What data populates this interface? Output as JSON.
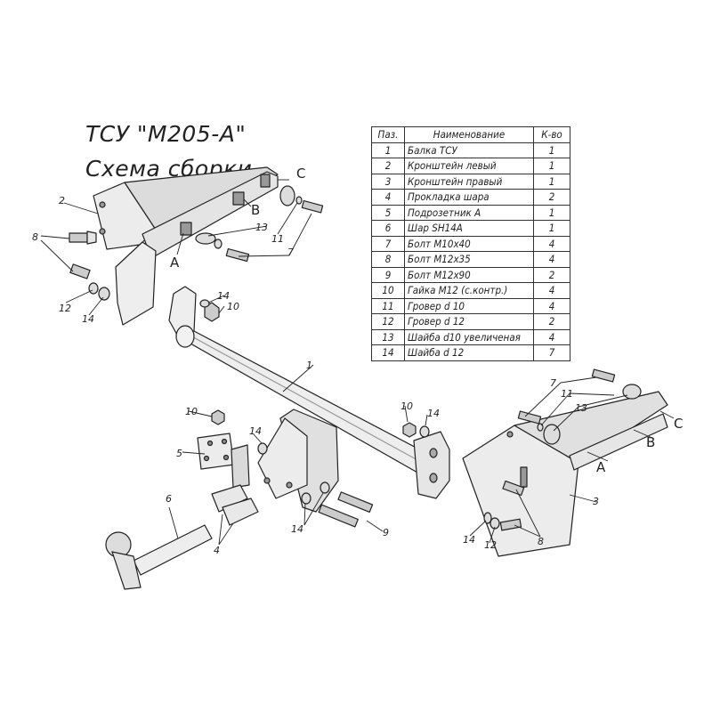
{
  "title": {
    "line1": "ТСУ \"M205-A\"",
    "line2": "Схема сборки"
  },
  "table": {
    "headers": [
      "Паз.",
      "Наименование",
      "К-во"
    ],
    "rows": [
      [
        "1",
        "Балка ТСУ",
        "1"
      ],
      [
        "2",
        "Кронштейн левый",
        "1"
      ],
      [
        "3",
        "Кронштейн правый",
        "1"
      ],
      [
        "4",
        "Прокладка шара",
        "2"
      ],
      [
        "5",
        "Подрозетник А",
        "1"
      ],
      [
        "6",
        "Шар SH14A",
        "1"
      ],
      [
        "7",
        "Болт M10x40",
        "4"
      ],
      [
        "8",
        "Болт M12x35",
        "4"
      ],
      [
        "9",
        "Болт M12x90",
        "2"
      ],
      [
        "10",
        "Гайка M12 (с.контр.)",
        "4"
      ],
      [
        "11",
        "Гровер d 10",
        "4"
      ],
      [
        "12",
        "Гровер d 12",
        "2"
      ],
      [
        "13",
        "Шайба d10 увеличеная",
        "4"
      ],
      [
        "14",
        "Шайба d 12",
        "7"
      ]
    ]
  },
  "callouts": {
    "n1": "1",
    "n2": "2",
    "n3": "3",
    "n4": "4",
    "n5": "5",
    "n6": "6",
    "n7a": "7",
    "n7b": "7",
    "n8a": "8",
    "n8b": "8",
    "n9": "9",
    "n10a": "10",
    "n10b": "10",
    "n10c": "10",
    "n11a": "11",
    "n11b": "11",
    "n12a": "12",
    "n12b": "12",
    "n13a": "13",
    "n13b": "13",
    "n14a": "14",
    "n14b": "14",
    "n14c": "14",
    "n14d": "14",
    "n14e": "14",
    "n14f": "14",
    "A1": "A",
    "B1": "B",
    "C1": "C",
    "A2": "A",
    "B2": "B",
    "C2": "C"
  },
  "colors": {
    "line": "#222222",
    "fill": "#e6e6e6",
    "shade": "#bdbdbd"
  }
}
